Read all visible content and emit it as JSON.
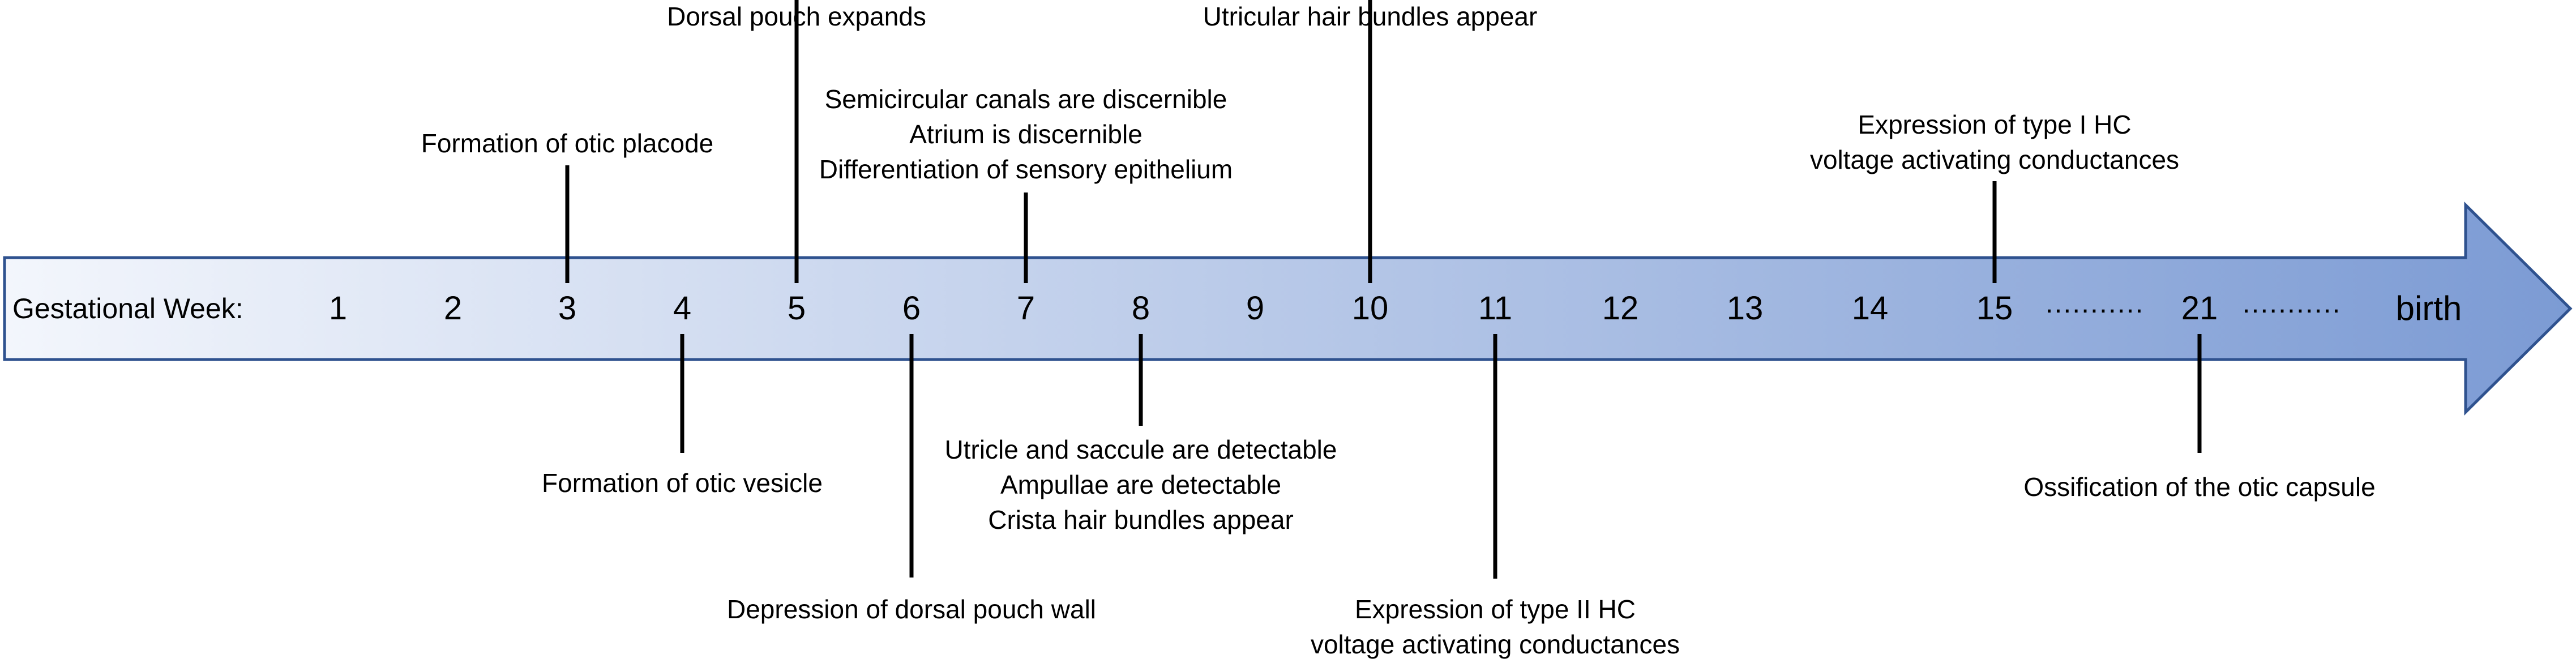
{
  "axis_label": "Gestational Week:",
  "weeks": [
    "1",
    "2",
    "3",
    "4",
    "5",
    "6",
    "7",
    "8",
    "9",
    "10",
    "11",
    "12",
    "13",
    "14",
    "15",
    "21"
  ],
  "ellipsis": "...........",
  "end_label": "birth",
  "colors": {
    "arrow_fill_start": "#f3f6fc",
    "arrow_fill_end": "#7c9bd4",
    "arrow_outline": "#2f528f",
    "line": "#000000"
  },
  "events_above": [
    {
      "week": "3",
      "lines": [
        "Formation of otic placode"
      ]
    },
    {
      "week": "5",
      "lines": [
        "Dorsal pouch expands"
      ]
    },
    {
      "week": "7",
      "lines": [
        "Semicircular canals are discernible",
        "Atrium is discernible",
        "Differentiation of sensory epithelium"
      ]
    },
    {
      "week": "10",
      "lines": [
        "Utricular hair bundles appear"
      ]
    },
    {
      "week": "15",
      "lines": [
        "Expression of type I HC",
        "voltage activating conductances"
      ]
    }
  ],
  "events_below": [
    {
      "week": "4",
      "lines": [
        "Formation of otic vesicle"
      ]
    },
    {
      "week": "6",
      "lines": [
        "Depression of dorsal pouch wall"
      ]
    },
    {
      "week": "8",
      "lines": [
        "Utricle and saccule are detectable",
        "Ampullae are detectable",
        "Crista hair bundles appear"
      ]
    },
    {
      "week": "11",
      "lines": [
        "Expression of type II HC",
        "voltage activating conductances"
      ]
    },
    {
      "week": "21",
      "lines": [
        "Ossification of the otic capsule"
      ]
    }
  ]
}
